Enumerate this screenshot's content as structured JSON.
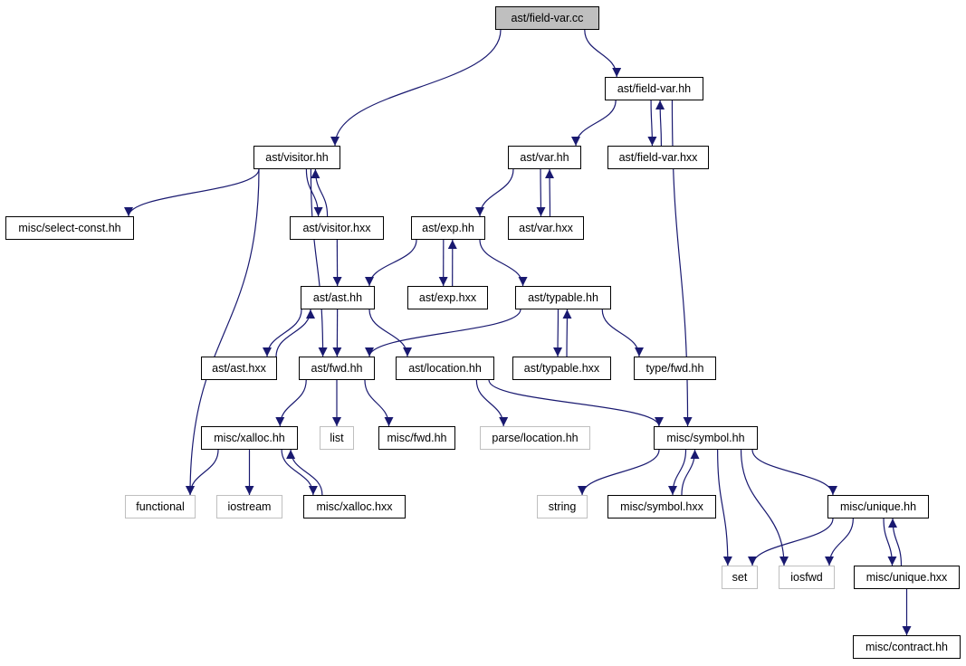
{
  "colors": {
    "edge": "#191970",
    "root_fill": "#bfbfbf",
    "system_border": "#bfbfbf",
    "node_border": "#000000"
  },
  "nodes": {
    "n_field_var_cc": "ast/field-var.cc",
    "n_field_var_hh": "ast/field-var.hh",
    "n_visitor_hh": "ast/visitor.hh",
    "n_var_hh": "ast/var.hh",
    "n_field_var_hxx": "ast/field-var.hxx",
    "n_select_const": "misc/select-const.hh",
    "n_visitor_hxx": "ast/visitor.hxx",
    "n_exp_hh": "ast/exp.hh",
    "n_var_hxx": "ast/var.hxx",
    "n_ast_hh": "ast/ast.hh",
    "n_exp_hxx": "ast/exp.hxx",
    "n_typable_hh": "ast/typable.hh",
    "n_ast_hxx": "ast/ast.hxx",
    "n_fwd_hh": "ast/fwd.hh",
    "n_location_hh": "ast/location.hh",
    "n_typable_hxx": "ast/typable.hxx",
    "n_type_fwd": "type/fwd.hh",
    "n_xalloc_hh": "misc/xalloc.hh",
    "n_list": "list",
    "n_misc_fwd": "misc/fwd.hh",
    "n_parse_location": "parse/location.hh",
    "n_symbol_hh": "misc/symbol.hh",
    "n_functional": "functional",
    "n_iostream": "iostream",
    "n_xalloc_hxx": "misc/xalloc.hxx",
    "n_string": "string",
    "n_symbol_hxx": "misc/symbol.hxx",
    "n_unique_hh": "misc/unique.hh",
    "n_set": "set",
    "n_iosfwd": "iosfwd",
    "n_unique_hxx": "misc/unique.hxx",
    "n_contract_hh": "misc/contract.hh"
  },
  "edges": [
    [
      "n_field_var_cc",
      "n_visitor_hh"
    ],
    [
      "n_field_var_cc",
      "n_field_var_hh"
    ],
    [
      "n_field_var_hh",
      "n_var_hh"
    ],
    [
      "n_field_var_hh",
      "n_field_var_hxx"
    ],
    [
      "n_field_var_hxx",
      "n_field_var_hh"
    ],
    [
      "n_field_var_hh",
      "n_symbol_hh"
    ],
    [
      "n_visitor_hh",
      "n_select_const"
    ],
    [
      "n_visitor_hh",
      "n_visitor_hxx"
    ],
    [
      "n_visitor_hxx",
      "n_visitor_hh"
    ],
    [
      "n_visitor_hh",
      "n_functional"
    ],
    [
      "n_visitor_hh",
      "n_fwd_hh"
    ],
    [
      "n_visitor_hxx",
      "n_ast_hh"
    ],
    [
      "n_var_hh",
      "n_exp_hh"
    ],
    [
      "n_var_hh",
      "n_var_hxx"
    ],
    [
      "n_var_hxx",
      "n_var_hh"
    ],
    [
      "n_exp_hh",
      "n_ast_hh"
    ],
    [
      "n_exp_hh",
      "n_exp_hxx"
    ],
    [
      "n_exp_hxx",
      "n_exp_hh"
    ],
    [
      "n_exp_hh",
      "n_typable_hh"
    ],
    [
      "n_ast_hh",
      "n_ast_hxx"
    ],
    [
      "n_ast_hxx",
      "n_ast_hh"
    ],
    [
      "n_ast_hh",
      "n_fwd_hh"
    ],
    [
      "n_ast_hh",
      "n_location_hh"
    ],
    [
      "n_typable_hh",
      "n_fwd_hh"
    ],
    [
      "n_typable_hh",
      "n_typable_hxx"
    ],
    [
      "n_typable_hxx",
      "n_typable_hh"
    ],
    [
      "n_typable_hh",
      "n_type_fwd"
    ],
    [
      "n_fwd_hh",
      "n_xalloc_hh"
    ],
    [
      "n_fwd_hh",
      "n_list"
    ],
    [
      "n_fwd_hh",
      "n_misc_fwd"
    ],
    [
      "n_location_hh",
      "n_parse_location"
    ],
    [
      "n_location_hh",
      "n_symbol_hh"
    ],
    [
      "n_xalloc_hh",
      "n_functional"
    ],
    [
      "n_xalloc_hh",
      "n_iostream"
    ],
    [
      "n_xalloc_hh",
      "n_xalloc_hxx"
    ],
    [
      "n_xalloc_hxx",
      "n_xalloc_hh"
    ],
    [
      "n_symbol_hh",
      "n_string"
    ],
    [
      "n_symbol_hh",
      "n_symbol_hxx"
    ],
    [
      "n_symbol_hxx",
      "n_symbol_hh"
    ],
    [
      "n_symbol_hh",
      "n_set"
    ],
    [
      "n_symbol_hh",
      "n_iosfwd"
    ],
    [
      "n_symbol_hh",
      "n_unique_hh"
    ],
    [
      "n_unique_hh",
      "n_set"
    ],
    [
      "n_unique_hh",
      "n_iosfwd"
    ],
    [
      "n_unique_hh",
      "n_unique_hxx"
    ],
    [
      "n_unique_hxx",
      "n_unique_hh"
    ],
    [
      "n_unique_hxx",
      "n_contract_hh"
    ]
  ]
}
